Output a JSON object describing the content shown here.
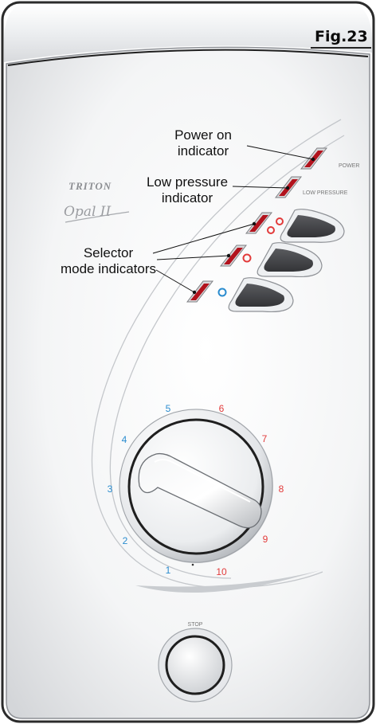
{
  "figure_label": "Fig.23",
  "brand": "TRITON",
  "model": "Opal II",
  "callouts": {
    "power": [
      "Power on",
      "indicator"
    ],
    "low_pressure": [
      "Low pressure",
      "indicator"
    ],
    "selector": [
      "Selector",
      "mode indicators"
    ]
  },
  "indicator_labels": {
    "power": "POWER",
    "low_pressure": "LOW PRESSURE"
  },
  "dial": {
    "blue_numbers": [
      "1",
      "2",
      "3",
      "4",
      "5"
    ],
    "red_numbers": [
      "6",
      "7",
      "8",
      "9",
      "10"
    ]
  },
  "stop_label": "STOP",
  "colors": {
    "blue": "#2a8ccf",
    "red": "#e23b3b",
    "indicator_red": "#b2131d",
    "button_dark": "#4a4b4e"
  }
}
